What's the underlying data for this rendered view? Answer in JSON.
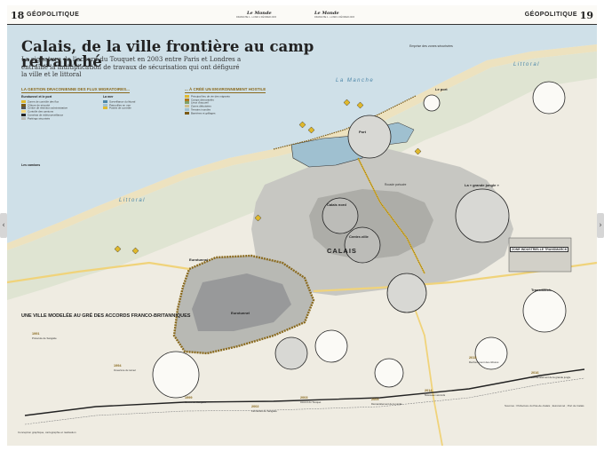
{
  "header": {
    "page_left": "18",
    "section_left": "GÉOPOLITIQUE",
    "page_right": "19",
    "section_right": "GÉOPOLITIQUE",
    "masthead_left": "Le Monde",
    "masthead_right": "Le Monde",
    "date_left": "DIMANCHE 1 - LUNDI 2 FÉVRIER 2015",
    "date_right": "DIMANCHE 1 - LUNDI 2 FÉVRIER 2015"
  },
  "article": {
    "title": "Calais, de la ville frontière au camp retranché",
    "intro": "La signature de l'accord du Touquet en 2003 entre Paris et Londres a entraîné la multiplication de travaux de sécurisation qui ont défiguré la ville et le littoral"
  },
  "map": {
    "sea": "La Manche",
    "coast": "Littoral",
    "coast2": "Littoral",
    "city": "CALAIS",
    "port": "Port",
    "port_label": "Le port",
    "calais_nord": "Calais nord",
    "centre_ville": "Centre-ville",
    "eurotunnel": "Eurotunnel",
    "eurotunnel2": "Eurotunnel",
    "zone_industrielle": "ZONE INDUSTRIELLE TRANSMARCK",
    "transmarck": "Transmarck",
    "grande_jungle": "La « grande jungle »",
    "rocade": "Rocade portuaire",
    "colors": {
      "sea": "#cfe0e8",
      "urban": "#b5b5b5",
      "green": "#d9e0cc",
      "accent": "#e0b92e",
      "border": "#8a6a1e"
    }
  },
  "legend": {
    "title_left": "LA GESTION DRACONIENNE DES FLUX MIGRATOIRES...",
    "title_right": "... À CRÉÉ UN ENVIRONNEMENT HOSTILE",
    "sub_port": "Eurotunnel et le port",
    "sub_mer": "La mer",
    "sub_camions": "Les camions",
    "items_left": [
      "Zones de contrôle des flux",
      "Clôture de sécurité",
      "Centre de rétention administrative",
      "Contrôle des camions",
      "Caméras de vidéosurveillance",
      "Parkings sécurisés"
    ],
    "items_mid": [
      "Surveillance du littoral",
      "Patrouilles en mer",
      "Postes de contrôle"
    ],
    "items_right": [
      "Principal lieu de vie des migrants",
      "Camps démantelés",
      "Lieux d'accueil",
      "Zones déboisées",
      "Terrains inondés",
      "Barrières et grillages"
    ]
  },
  "side_note": "Emprise des zones sécurisées",
  "timeline": {
    "title": "UNE VILLE MODELÉE AU GRÉ DES ACCORDS FRANCO-BRITANNIQUES",
    "events": [
      {
        "year": "1991",
        "text": "Protocole de Sangatte"
      },
      {
        "year": "1994",
        "text": "Ouverture du tunnel"
      },
      {
        "year": "1999",
        "text": "Centre de Sangatte"
      },
      {
        "year": "2002",
        "text": "Fermeture de Sangatte"
      },
      {
        "year": "2003",
        "text": "Accord du Touquet"
      },
      {
        "year": "2009",
        "text": "Démantèlement de la jungle"
      },
      {
        "year": "2014",
        "text": "Nouveaux accords"
      },
      {
        "year": "2015",
        "text": "Renforcement des clôtures"
      },
      {
        "year": "2016",
        "text": "Démantèlement de la grande jungle"
      }
    ]
  },
  "source": "Sources : Préfecture du Pas-de-Calais ; Eurotunnel ; Port de Calais",
  "credits": "Conception graphique, cartographie et réalisation"
}
